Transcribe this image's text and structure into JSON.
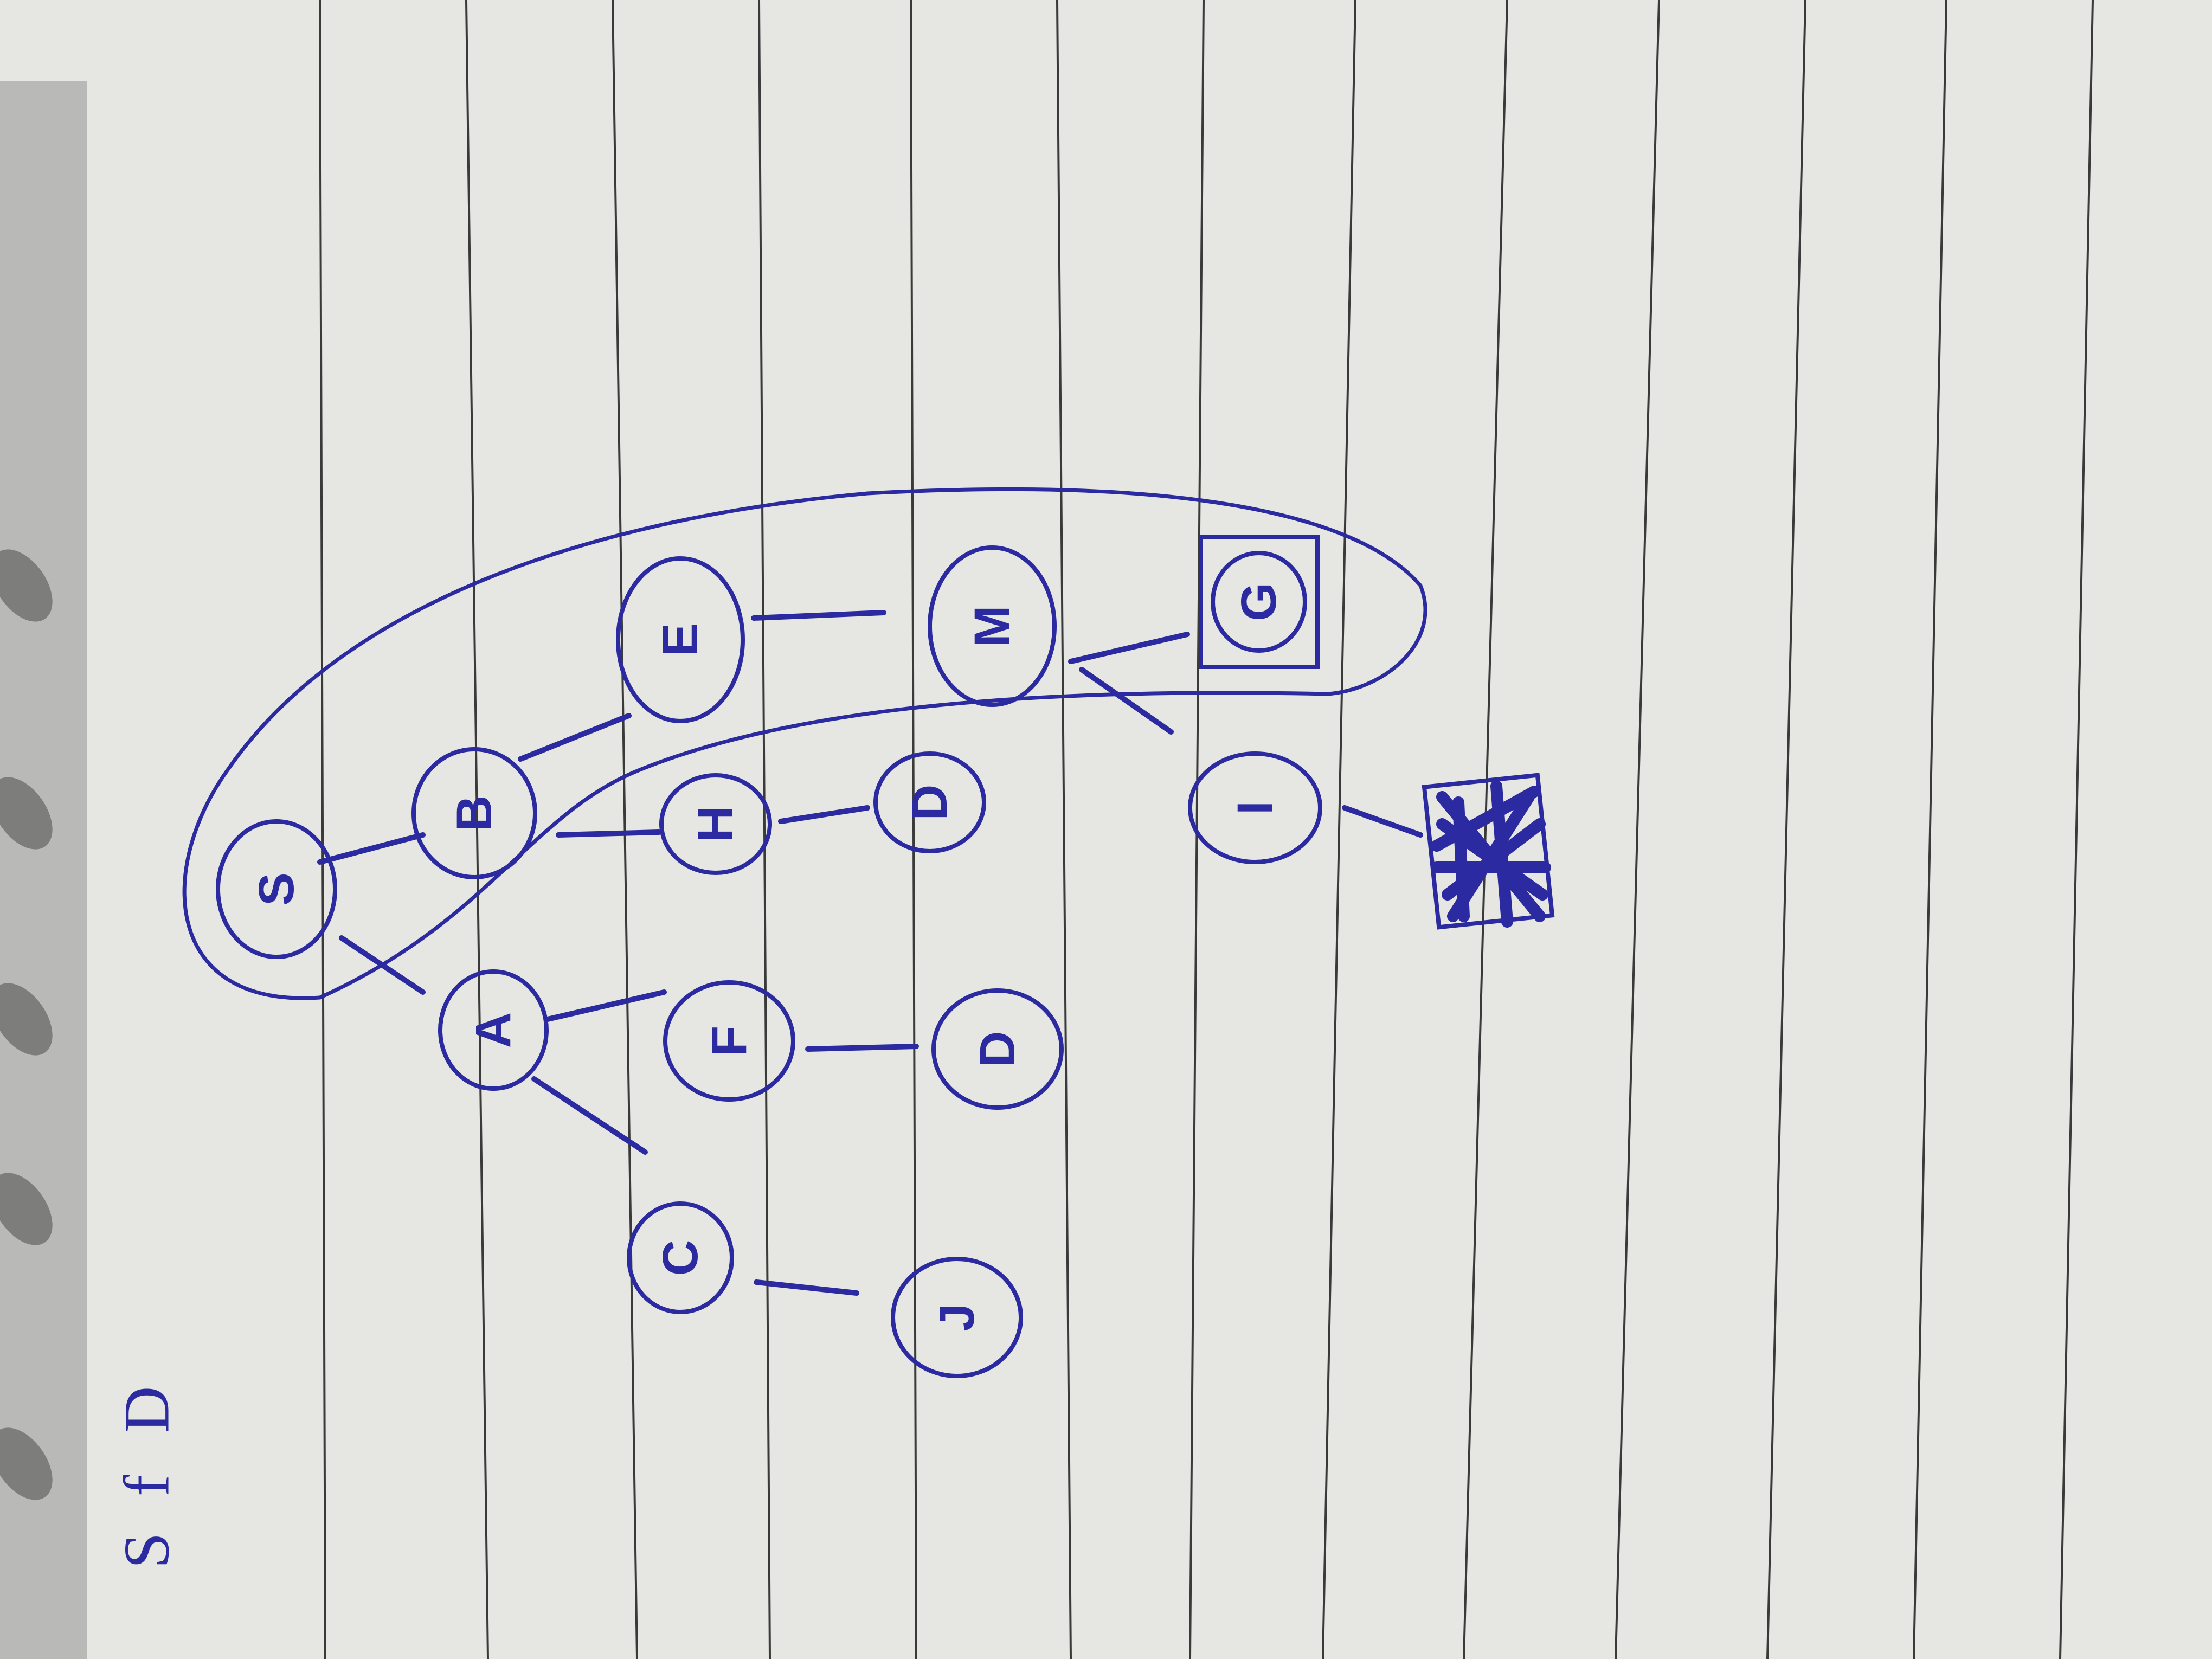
{
  "colors": {
    "ink": "#2b2aa0",
    "paper": "#e6e6e3",
    "rule_line": "#3a3a3a",
    "binding_strip": "#b9bab8"
  },
  "nodes": [
    {
      "id": "s",
      "label": "S",
      "shape": "circle"
    },
    {
      "id": "b",
      "label": "B",
      "shape": "circle"
    },
    {
      "id": "e",
      "label": "E",
      "shape": "circle"
    },
    {
      "id": "m",
      "label": "M",
      "shape": "circle"
    },
    {
      "id": "g",
      "label": "G",
      "shape": "circle-boxed"
    },
    {
      "id": "h",
      "label": "H",
      "shape": "circle"
    },
    {
      "id": "d1",
      "label": "D",
      "shape": "circle"
    },
    {
      "id": "i",
      "label": "I",
      "shape": "circle"
    },
    {
      "id": "x",
      "label": "",
      "shape": "scribbled-box"
    },
    {
      "id": "a",
      "label": "A",
      "shape": "circle"
    },
    {
      "id": "f",
      "label": "F",
      "shape": "circle"
    },
    {
      "id": "d2",
      "label": "D",
      "shape": "circle"
    },
    {
      "id": "c",
      "label": "C",
      "shape": "circle"
    },
    {
      "id": "j",
      "label": "J",
      "shape": "circle"
    }
  ],
  "edges": [
    {
      "from": "s",
      "to": "b"
    },
    {
      "from": "b",
      "to": "e"
    },
    {
      "from": "e",
      "to": "m"
    },
    {
      "from": "m",
      "to": "g"
    },
    {
      "from": "m",
      "to": "i"
    },
    {
      "from": "b",
      "to": "h"
    },
    {
      "from": "h",
      "to": "d1"
    },
    {
      "from": "i",
      "to": "x"
    },
    {
      "from": "s",
      "to": "a"
    },
    {
      "from": "a",
      "to": "f"
    },
    {
      "from": "f",
      "to": "d2"
    },
    {
      "from": "a",
      "to": "c"
    },
    {
      "from": "c",
      "to": "j"
    }
  ],
  "highlighted_path": [
    "S",
    "B",
    "E",
    "M",
    "G"
  ],
  "margin_note": [
    "S",
    "f",
    "D"
  ]
}
